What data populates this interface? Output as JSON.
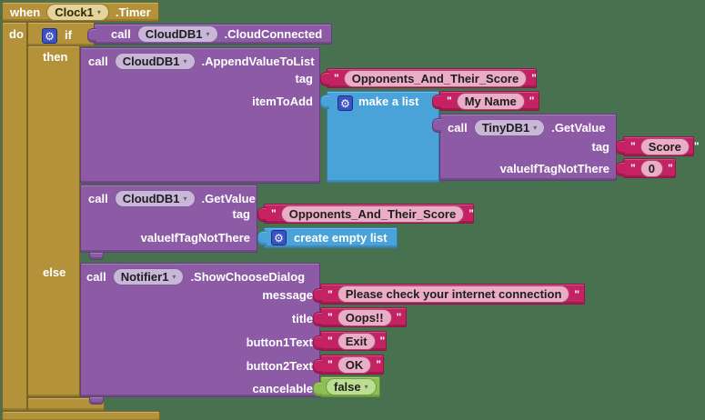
{
  "background": "#47714F",
  "icons": {
    "gear": "⚙",
    "dropdown": "▾",
    "quote": "\""
  },
  "colors": {
    "event_gold": "#B3923A",
    "method_purple": "#8D5BA6",
    "text_crimson": "#C52264",
    "list_blue": "#4AA3D8",
    "logic_green": "#8FBF53",
    "background_green": "#47714F"
  },
  "when_block": {
    "keyword": "when",
    "component": "Clock1",
    "event": ".Timer",
    "do_label": "do"
  },
  "if_block": {
    "if_label": "if",
    "then_label": "then",
    "else_label": "else"
  },
  "condition_call": {
    "keyword": "call",
    "component": "CloudDB1",
    "method": ".CloudConnected"
  },
  "append_call": {
    "keyword": "call",
    "component": "CloudDB1",
    "method": ".AppendValueToList",
    "tag_param": "tag",
    "tag_value": "Opponents_And_Their_Score",
    "item_param": "itemToAdd"
  },
  "make_a_list": {
    "label": "make a list",
    "item1": "My Name"
  },
  "tinydb_call": {
    "keyword": "call",
    "component": "TinyDB1",
    "method": ".GetValue",
    "tag_param": "tag",
    "tag_value": "Score",
    "default_param": "valueIfTagNotThere",
    "default_value": "0"
  },
  "clouddb_get_call": {
    "keyword": "call",
    "component": "CloudDB1",
    "method": ".GetValue",
    "tag_param": "tag",
    "tag_value": "Opponents_And_Their_Score",
    "default_param": "valueIfTagNotThere",
    "empty_list_label": "create empty list"
  },
  "notifier_call": {
    "keyword": "call",
    "component": "Notifier1",
    "method": ".ShowChooseDialog",
    "message_param": "message",
    "message_value": "Please check your internet connection",
    "title_param": "title",
    "title_value": "Oops!!",
    "button1_param": "button1Text",
    "button1_value": "Exit",
    "button2_param": "button2Text",
    "button2_value": "OK",
    "cancelable_param": "cancelable",
    "cancelable_value": "false"
  }
}
